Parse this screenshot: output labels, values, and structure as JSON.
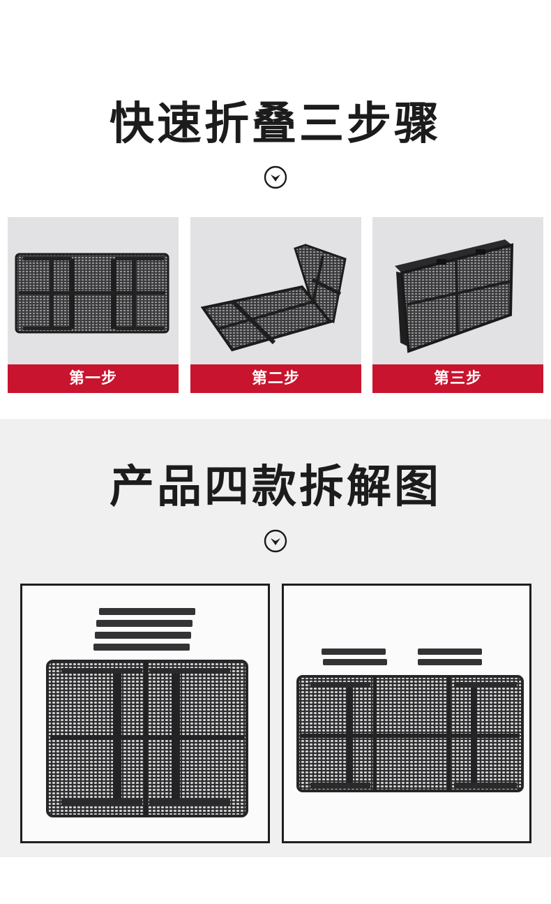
{
  "section1": {
    "title": "快速折叠三步骤",
    "icon": "chevron-down-circle-icon",
    "steps": [
      {
        "label": "第一步",
        "image": "table-unfolded-flat"
      },
      {
        "label": "第二步",
        "image": "table-half-folded"
      },
      {
        "label": "第三步",
        "image": "table-fully-folded-case"
      }
    ]
  },
  "section2": {
    "title": "产品四款拆解图",
    "icon": "chevron-down-circle-icon",
    "photos": [
      {
        "image": "two-panel-table-with-four-legs"
      },
      {
        "image": "three-panel-table-with-four-legs"
      }
    ]
  },
  "colors": {
    "band_red": "#c8142e",
    "card_gray": "#e2e2e4",
    "section_gray": "#f0f0f0",
    "title_text": "#1c1c1c"
  }
}
